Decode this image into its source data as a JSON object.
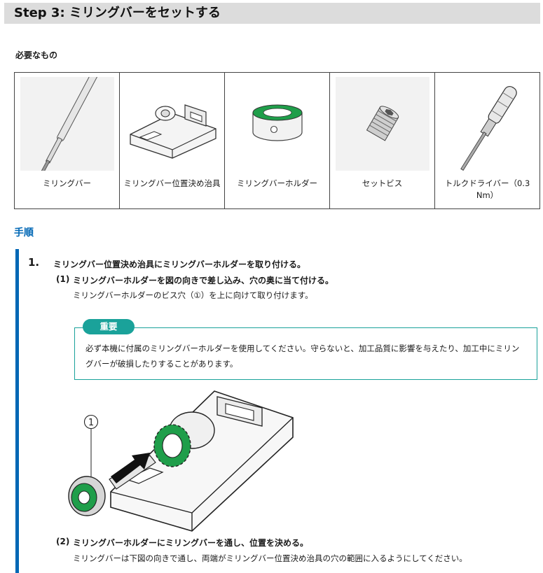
{
  "header": {
    "title": "Step 3: ミリングバーをセットする"
  },
  "requirements": {
    "title": "必要なもの",
    "items": [
      {
        "label": "ミリングバー",
        "icon": "milling-bar-icon"
      },
      {
        "label": "ミリングバー位置決め治具",
        "icon": "positioning-jig-icon"
      },
      {
        "label": "ミリングバーホルダー",
        "icon": "bar-holder-icon"
      },
      {
        "label": "セットビス",
        "icon": "set-screw-icon"
      },
      {
        "label": "トルクドライバー（0.3 Nm）",
        "icon": "torque-driver-icon"
      }
    ]
  },
  "procedure": {
    "title": "手順",
    "step1": {
      "number": "1.",
      "text": "ミリングバー位置決め治具にミリングバーホルダーを取り付ける。",
      "sub1": {
        "number": "(1)",
        "text": "ミリングバーホルダーを図の向きで差し込み、穴の奥に当て付ける。",
        "desc": "ミリングバーホルダーのビス穴（①）を上に向けて取り付けます。"
      },
      "important": {
        "badge": "重要",
        "text": "必ず本機に付属のミリングバーホルダーを使用してください。守らないと、加工品質に影響を与えたり、加工中にミリングバーが破損したりすることがあります。"
      },
      "diagram": {
        "callout": "1"
      },
      "sub2": {
        "number": "(2)",
        "text": "ミリングバーホルダーにミリングバーを通し、位置を決める。",
        "desc": "ミリングバーは下図の向きで通し、両端がミリングバー位置決め治具の穴の範囲に入るようにしてください。"
      }
    }
  },
  "colors": {
    "accent_blue": "#0067b5",
    "important_teal": "#1aa29a",
    "holder_green": "#1f9e4a"
  }
}
